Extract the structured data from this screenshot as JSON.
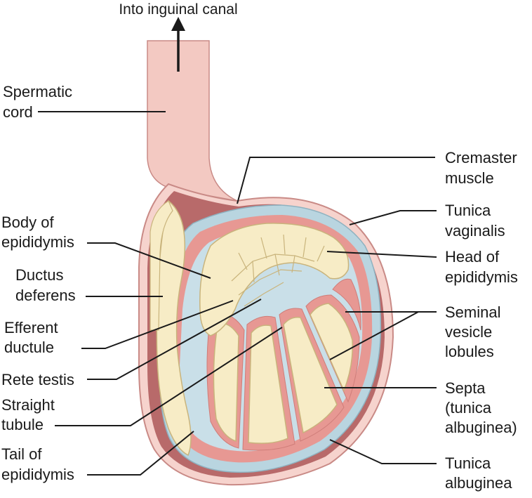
{
  "diagram": {
    "top_label": "Into inguinal canal",
    "labels": {
      "spermatic_cord": [
        "Spermatic",
        "cord"
      ],
      "body_of_epididymis": [
        "Body of",
        "epididymis"
      ],
      "ductus_deferens": [
        "Ductus",
        "deferens"
      ],
      "efferent_ductule": [
        "Efferent",
        "ductule"
      ],
      "rete_testis": [
        "Rete testis"
      ],
      "straight_tubule": [
        "Straight",
        "tubule"
      ],
      "tail_of_epididymis": [
        "Tail of",
        "epididymis"
      ],
      "cremaster_muscle": [
        "Cremaster",
        "muscle"
      ],
      "tunica_vaginalis": [
        "Tunica",
        "vaginalis"
      ],
      "head_of_epididymis": [
        "Head of",
        "epididymis"
      ],
      "seminal_vesicle_lobules": [
        "Seminal",
        "vesicle",
        "lobules"
      ],
      "septa": [
        "Septa",
        "(tunica",
        "albuginea)"
      ],
      "tunica_albuginea": [
        "Tunica",
        "albuginea"
      ]
    },
    "colors": {
      "cord": "#f3c9c2",
      "outer_pink": "#f6d3cd",
      "cavity": "#b86a6a",
      "tunica_blue": "#b9d5e0",
      "lobule_pink": "#e79893",
      "tubule": "#f7ecc6",
      "tubule_edge": "#c9b47c",
      "line": "#1a1a1a"
    }
  }
}
